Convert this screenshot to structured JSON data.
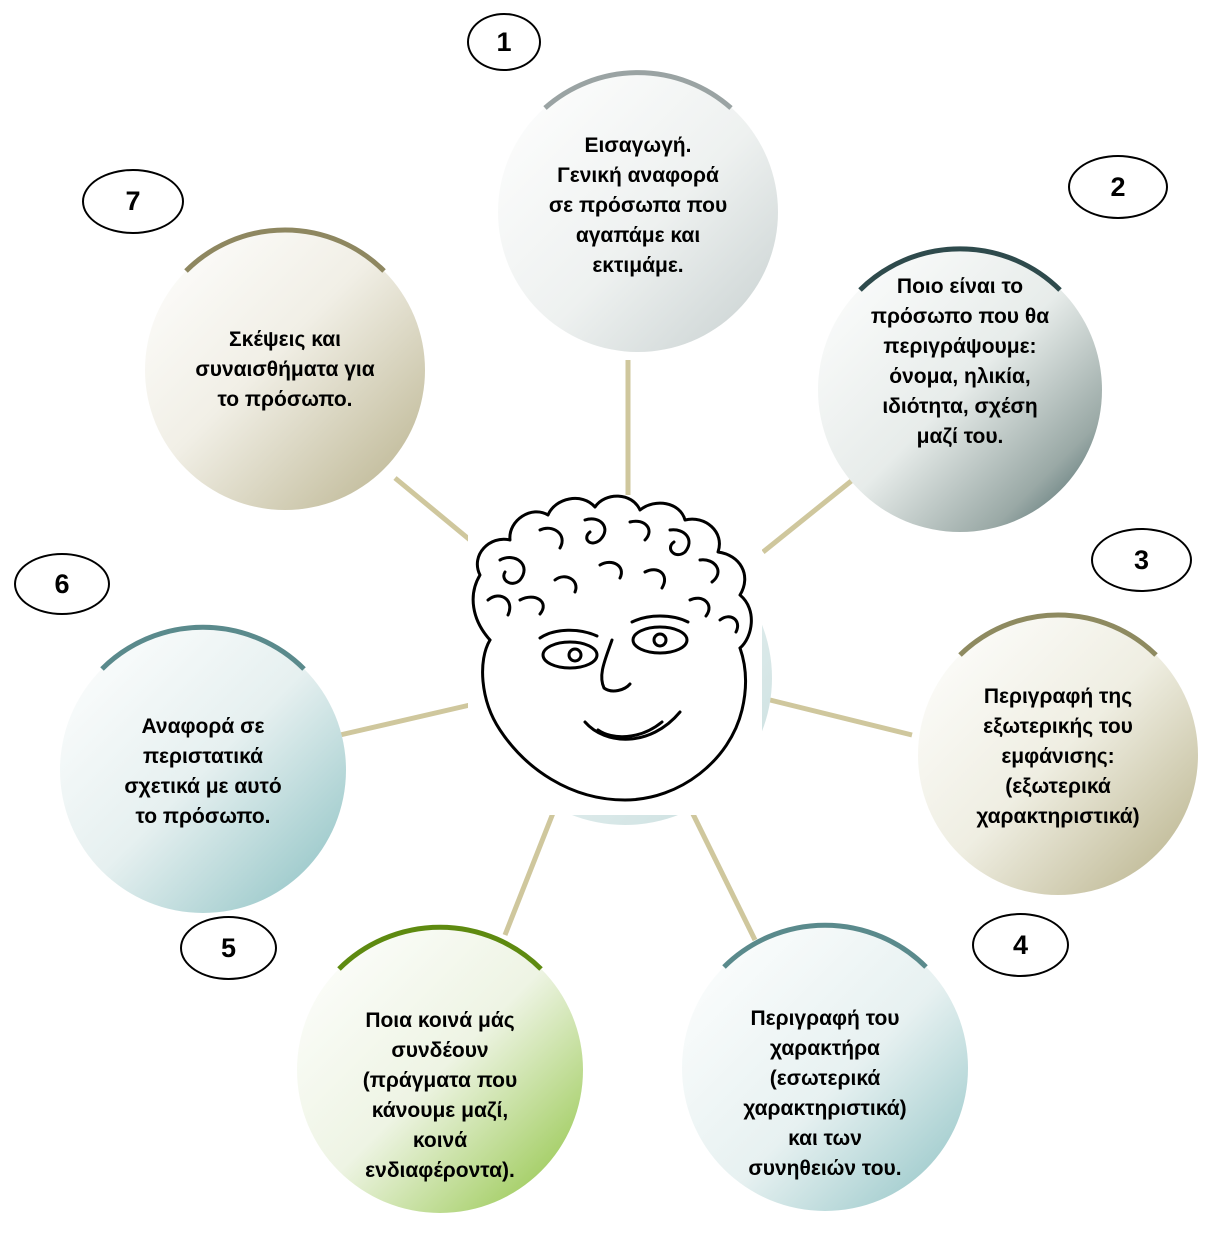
{
  "steps": [
    {
      "number": "1",
      "text": "Εισαγωγή.\nΓενική αναφορά\nσε πρόσωπα που\nαγαπάμε και\nεκτιμάμε."
    },
    {
      "number": "2",
      "text": "Ποιο είναι το\nπρόσωπο που θα\nπεριγράψουμε:\nόνομα, ηλικία,\nιδιότητα, σχέση\nμαζί του."
    },
    {
      "number": "3",
      "text": "Περιγραφή της\nεξωτερικής του\nεμφάνισης:\n(εξωτερικά\nχαρακτηριστικά)"
    },
    {
      "number": "4",
      "text": "Περιγραφή του\nχαρακτήρα\n(εσωτερικά\nχαρακτηριστικά)\nκαι των\nσυνηθειών του."
    },
    {
      "number": "5",
      "text": "Ποια κοινά μάς\nσυνδέουν\n(πράγματα που\nκάνουμε μαζί,\nκοινά\nενδιαφέροντα)."
    },
    {
      "number": "6",
      "text": "Αναφορά σε\nπεριστατικά\nσχετικά με αυτό\nτο πρόσωπο."
    },
    {
      "number": "7",
      "text": "Σκέψεις και\nσυναισθήματα για\nτο πρόσωπο."
    }
  ],
  "colors": {
    "spoke": "#cfc79d",
    "bubble1": "#b8c4c4",
    "bubble2": "#3d5a5c",
    "bubble3": "#b8b28a",
    "bubble4": "#8fc2c2",
    "bubble5": "#8fc240",
    "bubble6": "#8fc2c2",
    "bubble7": "#b8b28a"
  }
}
